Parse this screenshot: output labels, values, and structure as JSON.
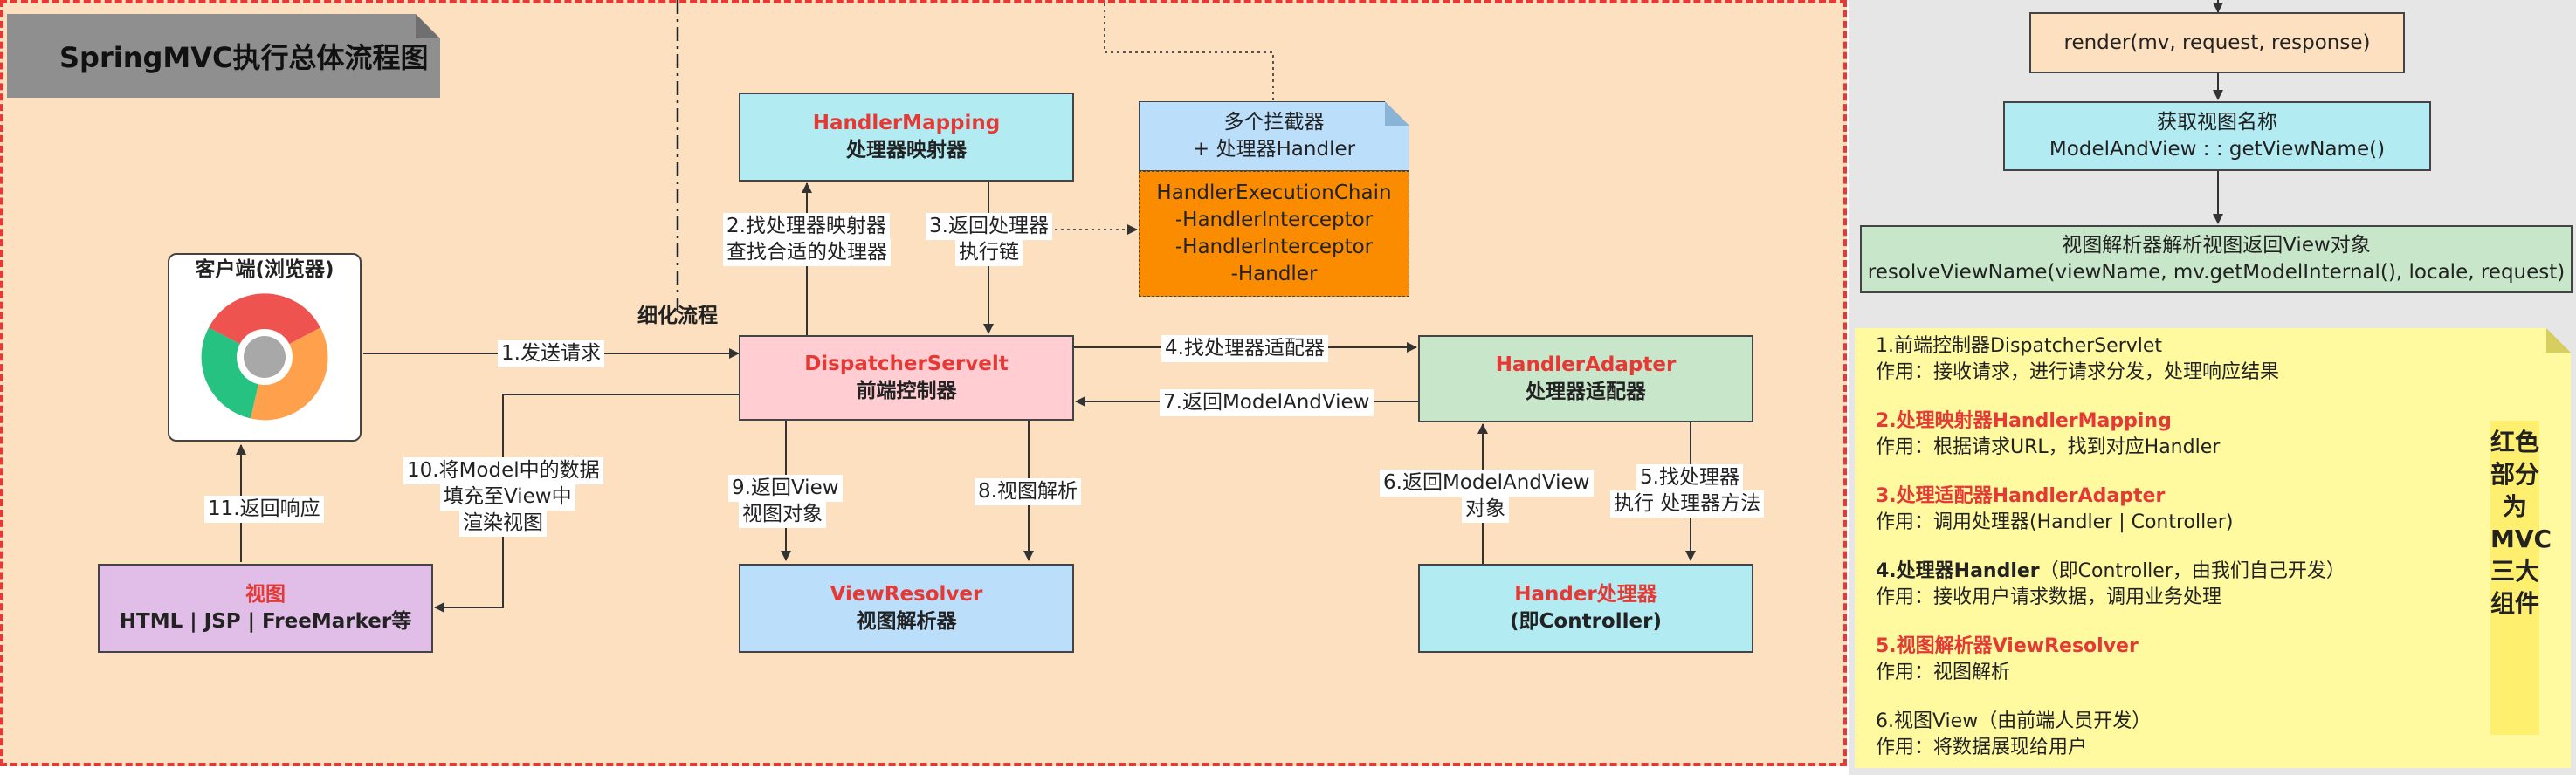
{
  "title": "SpringMVC执行总体流程图",
  "refine_label": "细化流程",
  "client": {
    "title": "客户端(浏览器)"
  },
  "handler_mapping": {
    "name": "HandlerMapping",
    "desc": "处理器映射器"
  },
  "interceptors_note": {
    "line1": "多个拦截器",
    "line2": "+ 处理器Handler"
  },
  "execution_chain": {
    "line1": "HandlerExecutionChain",
    "line2": "-HandlerInterceptor",
    "line3": "-HandlerInterceptor",
    "line4": "-Handler"
  },
  "dispatcher": {
    "name": "DispatcherServelt",
    "desc": "前端控制器"
  },
  "handler_adapter": {
    "name": "HandlerAdapter",
    "desc": "处理器适配器"
  },
  "view": {
    "name": "视图",
    "desc": "HTML | JSP | FreeMarker等"
  },
  "view_resolver": {
    "name": "ViewResolver",
    "desc": "视图解析器"
  },
  "handler": {
    "name": "Hander处理器",
    "desc": "(即Controller)"
  },
  "steps": {
    "s1": "1.发送请求",
    "s2a": "2.找处理器映射器",
    "s2b": "查找合适的处理器",
    "s3a": "3.返回处理器",
    "s3b": "执行链",
    "s4": "4.找处理器适配器",
    "s5a": "5.找处理器",
    "s5b": "执行 处理器方法",
    "s6a": "6.返回ModelAndView",
    "s6b": "对象",
    "s7": "7.返回ModelAndView",
    "s8": "8.视图解析",
    "s9a": "9.返回View",
    "s9b": "视图对象",
    "s10a": "10.将Model中的数据",
    "s10b": "填充至View中",
    "s10c": "渲染视图",
    "s11": "11.返回响应"
  },
  "detail_flow": {
    "render": "render(mv, request, response)",
    "get_view_a": "获取视图名称",
    "get_view_b": "ModelAndView : : getViewName()",
    "resolve_a": "视图解析器解析视图返回View对象",
    "resolve_b": "resolveViewName(viewName, mv.getModelInternal(), locale, request)"
  },
  "components_note": {
    "c1_title": "1.前端控制器DispatcherServlet",
    "c1_desc": "作用：接收请求，进行请求分发，处理响应结果",
    "c2_title": "2.处理映射器HandlerMapping",
    "c2_desc": "作用：根据请求URL，找到对应Handler",
    "c3_title": "3.处理适配器HandlerAdapter",
    "c3_desc": "作用：调用处理器(Handler | Controller)",
    "c4_title": "4.处理器Handler",
    "c4_note": "（即Controller，由我们自己开发）",
    "c4_desc": "作用：接收用户请求数据，调用业务处理",
    "c5_title": "5.视图解析器ViewResolver",
    "c5_desc": "作用：视图解析",
    "c6_title": "6.视图View",
    "c6_note": "（由前端人员开发）",
    "c6_desc": "作用：将数据展现给用户"
  },
  "mvc_label": "红色部分为MVC三大组件",
  "colors": {
    "panel_bg": "#fde0c0",
    "panel_border": "#e53935",
    "highlight_red": "#e53935",
    "handler_mapping_bg": "#b2ebf2",
    "dispatcher_bg": "#ffcdd2",
    "adapter_bg": "#c8e6c9",
    "view_bg": "#e1bee7",
    "resolver_bg": "#bbdefb",
    "handler_bg": "#b2ebf2",
    "chain_bg": "#fb8c00",
    "note_bg": "#fff9a0"
  }
}
